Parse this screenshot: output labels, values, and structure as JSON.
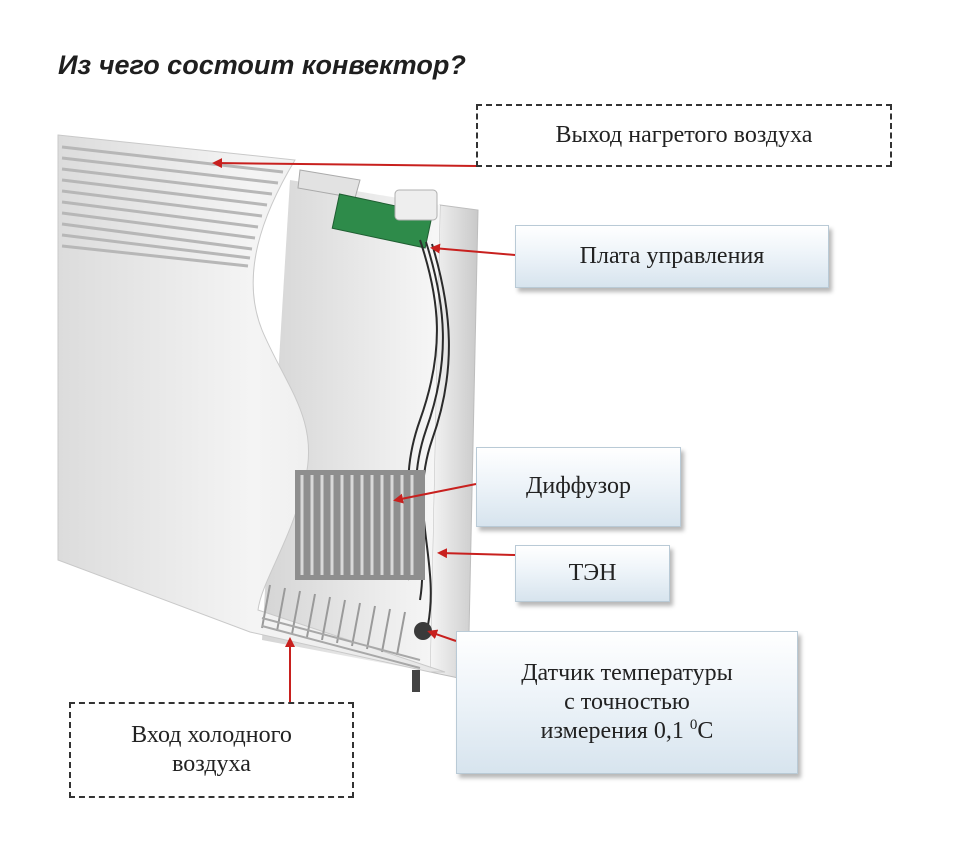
{
  "title": "Из чего состоит конвектор?",
  "labels": {
    "outlet": "Выход нагретого воздуха",
    "board": "Плата управления",
    "diffuser": "Диффузор",
    "heater": "ТЭН",
    "sensor": {
      "line1": "Датчик температуры",
      "line2": "с точностью",
      "line3_text": "измерения 0,1 ",
      "line3_sup": "0",
      "line3_unit": "C"
    },
    "inlet": {
      "line1": "Вход холодного",
      "line2": "воздуха"
    }
  },
  "colors": {
    "arrow": "#c8201e",
    "panel": "#f1f1f1",
    "board": "#2e8b4a"
  }
}
